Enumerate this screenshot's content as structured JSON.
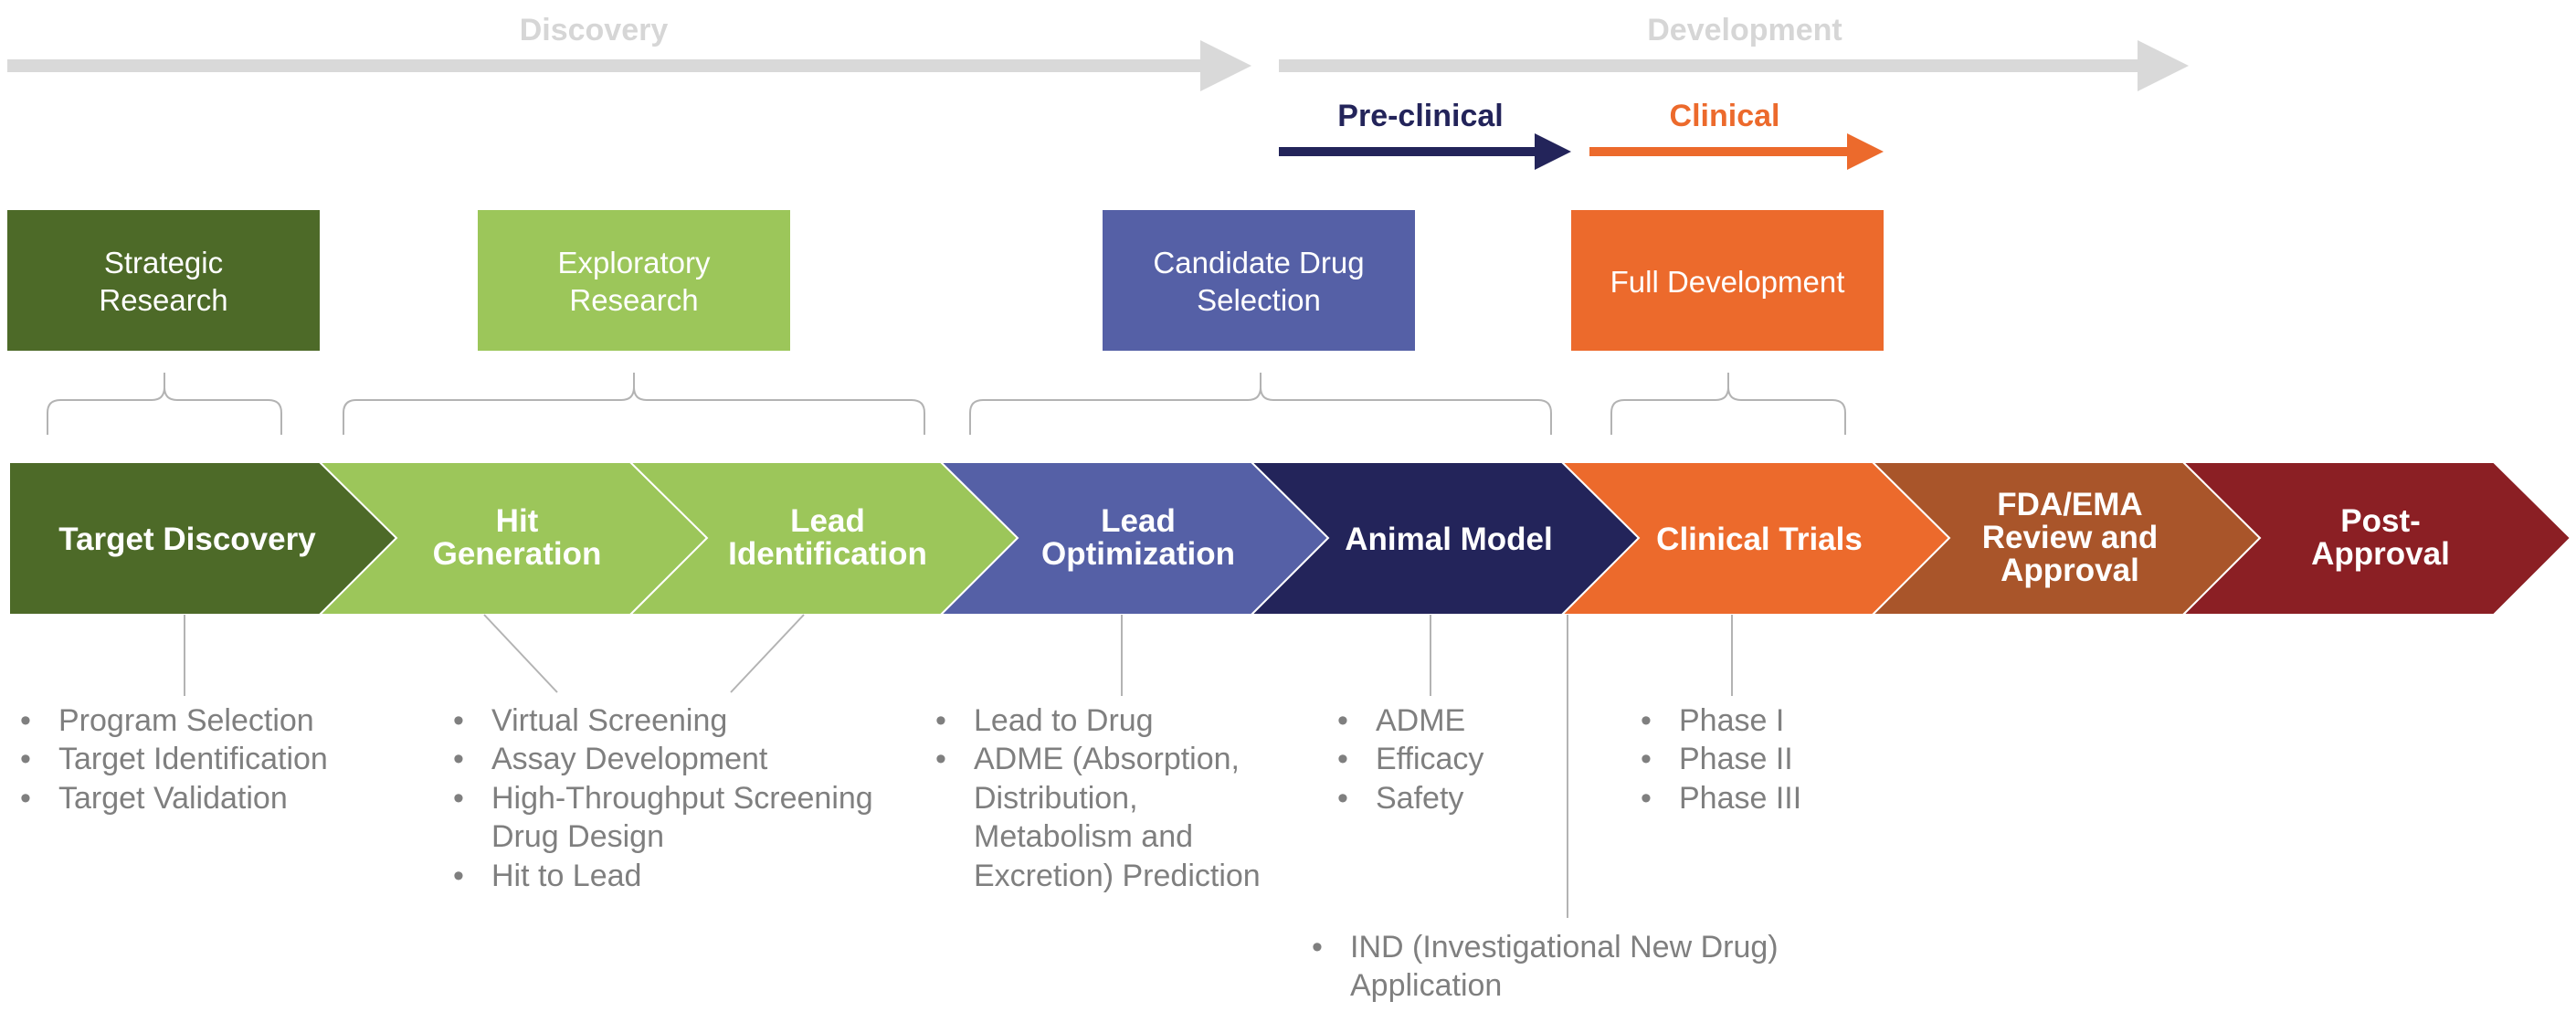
{
  "phases": [
    {
      "label": "Discovery"
    },
    {
      "label": "Development"
    }
  ],
  "subphases": [
    {
      "label": "Pre-clinical",
      "color": "#23245a"
    },
    {
      "label": "Clinical",
      "color": "#ec6a2c"
    }
  ],
  "boxes": [
    {
      "lines": [
        "Strategic",
        "Research"
      ],
      "color": "#4d6a28"
    },
    {
      "lines": [
        "Exploratory",
        "Research"
      ],
      "color": "#9cc65a"
    },
    {
      "lines": [
        "Candidate Drug",
        "Selection"
      ],
      "color": "#5560a6"
    },
    {
      "lines": [
        "Full Development"
      ],
      "color": "#ec6a2c"
    }
  ],
  "stages": [
    {
      "lines": [
        "Target Discovery"
      ],
      "color": "#4d6a28"
    },
    {
      "lines": [
        "Hit",
        "Generation"
      ],
      "color": "#9cc65a"
    },
    {
      "lines": [
        "Lead",
        "Identification"
      ],
      "color": "#9cc65a"
    },
    {
      "lines": [
        "Lead",
        "Optimization"
      ],
      "color": "#5560a6"
    },
    {
      "lines": [
        "Animal Model"
      ],
      "color": "#23245a"
    },
    {
      "lines": [
        "Clinical Trials"
      ],
      "color": "#ec6a2c"
    },
    {
      "lines": [
        "FDA/EMA",
        "Review and",
        "Approval"
      ],
      "color": "#a9552a"
    },
    {
      "lines": [
        "Post-",
        "Approval"
      ],
      "color": "#8b1f24"
    }
  ],
  "bullet_groups": [
    {
      "lines": [
        {
          "bullet": true,
          "text": "Program Selection"
        },
        {
          "bullet": true,
          "text": "Target Identification"
        },
        {
          "bullet": true,
          "text": "Target Validation"
        }
      ]
    },
    {
      "lines": [
        {
          "bullet": true,
          "text": "Virtual Screening"
        },
        {
          "bullet": true,
          "text": "Assay Development"
        },
        {
          "bullet": true,
          "text": "High-Throughput Screening"
        },
        {
          "bullet": false,
          "text": "Drug Design"
        },
        {
          "bullet": true,
          "text": "Hit to Lead"
        }
      ]
    },
    {
      "lines": [
        {
          "bullet": true,
          "text": "Lead to Drug"
        },
        {
          "bullet": true,
          "text": "ADME (Absorption,"
        },
        {
          "bullet": false,
          "text": "Distribution,"
        },
        {
          "bullet": false,
          "text": "Metabolism and"
        },
        {
          "bullet": false,
          "text": "Excretion) Prediction"
        }
      ]
    },
    {
      "lines": [
        {
          "bullet": true,
          "text": "ADME"
        },
        {
          "bullet": true,
          "text": "Efficacy"
        },
        {
          "bullet": true,
          "text": "Safety"
        }
      ]
    },
    {
      "lines": [
        {
          "bullet": true,
          "text": "Phase I"
        },
        {
          "bullet": true,
          "text": "Phase II"
        },
        {
          "bullet": true,
          "text": "Phase III"
        }
      ]
    },
    {
      "lines": [
        {
          "bullet": true,
          "text": "IND (Investigational New Drug)"
        },
        {
          "bullet": false,
          "text": "Application"
        }
      ]
    }
  ],
  "colors": {
    "phase_arrow": "#d9d9d9",
    "connector": "#b3b3b3",
    "bullet_text": "#7f7f7f"
  }
}
